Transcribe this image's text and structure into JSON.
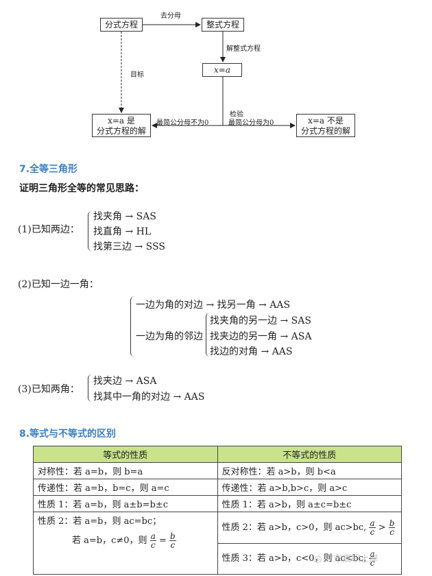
{
  "flow": {
    "box_fraction_eq": "分式方程",
    "box_integer_eq": "整式方程",
    "box_x_eq_a": "x=a",
    "box_is_solution_line1": "x=a  是",
    "box_is_solution_line2": "分式方程的解",
    "box_not_solution_line1": "x=a  不是",
    "box_not_solution_line2": "分式方程的解",
    "label_remove_denominator": "去分母",
    "label_solve_integer": "解整式方程",
    "label_goal": "目标",
    "label_check": "检验",
    "label_lcd_not_zero": "最简公分母不为0",
    "label_lcd_zero": "最简公分母为0"
  },
  "section7": {
    "title": "7.全等三角形",
    "intro": "证明三角形全等的常见思路：",
    "case1_label": "(1)已知两边：",
    "case1_items": [
      "找夹角 → SAS",
      "找直角 → HL",
      "找第三边 → SSS"
    ],
    "case2_label": "(2)已知一边一角：",
    "case2_opposite": "一边为角的对边 → 找另一角 → AAS",
    "case2_adjacent": "一边为角的邻边",
    "case2_adjacent_items": [
      "找夹角的另一边 → SAS",
      "找夹边的另一角 → ASA",
      "找边的对角 → AAS"
    ],
    "case3_label": "(3)已知两角：",
    "case3_items": [
      "找夹边 → ASA",
      "找其中一角的对边 → AAS"
    ]
  },
  "section8": {
    "title": "8.等式与不等式的区别",
    "col_eq": "等式的性质",
    "col_ineq": "不等式的性质",
    "row1_eq": "对称性：若 a=b，则 b=a",
    "row1_ineq": "反对称性：若 a>b，则 b<a",
    "row2_eq": "传递性：若 a=b，b=c，则 a=c",
    "row2_ineq": "传递性：若 a>b,b>c，则 a>c",
    "row3_eq": "性质 1：若 a=b，则 a±b=b±c",
    "row3_ineq": "性质 1：若 a>b，则 a±c=b±c",
    "row4_eq_line1": "性质 2：若 a=b，则 ac=bc；",
    "row4_eq_line2_prefix": "若 a=b，c≠0，则",
    "row4_eq_frac_num_left": "a",
    "row4_eq_frac_den_left": "c",
    "row4_eq_rel": "=",
    "row4_eq_frac_num_right": "b",
    "row4_eq_frac_den_right": "c",
    "row4_ineq_prefix": "性质 2：若 a>b，c>0，则 ac>bc,",
    "row4_ineq_rel": ">",
    "row5_ineq_prefix": "性质 3：若 a>b，c<0，则 ac<bc,"
  },
  "watermark": "广东高职上岸"
}
